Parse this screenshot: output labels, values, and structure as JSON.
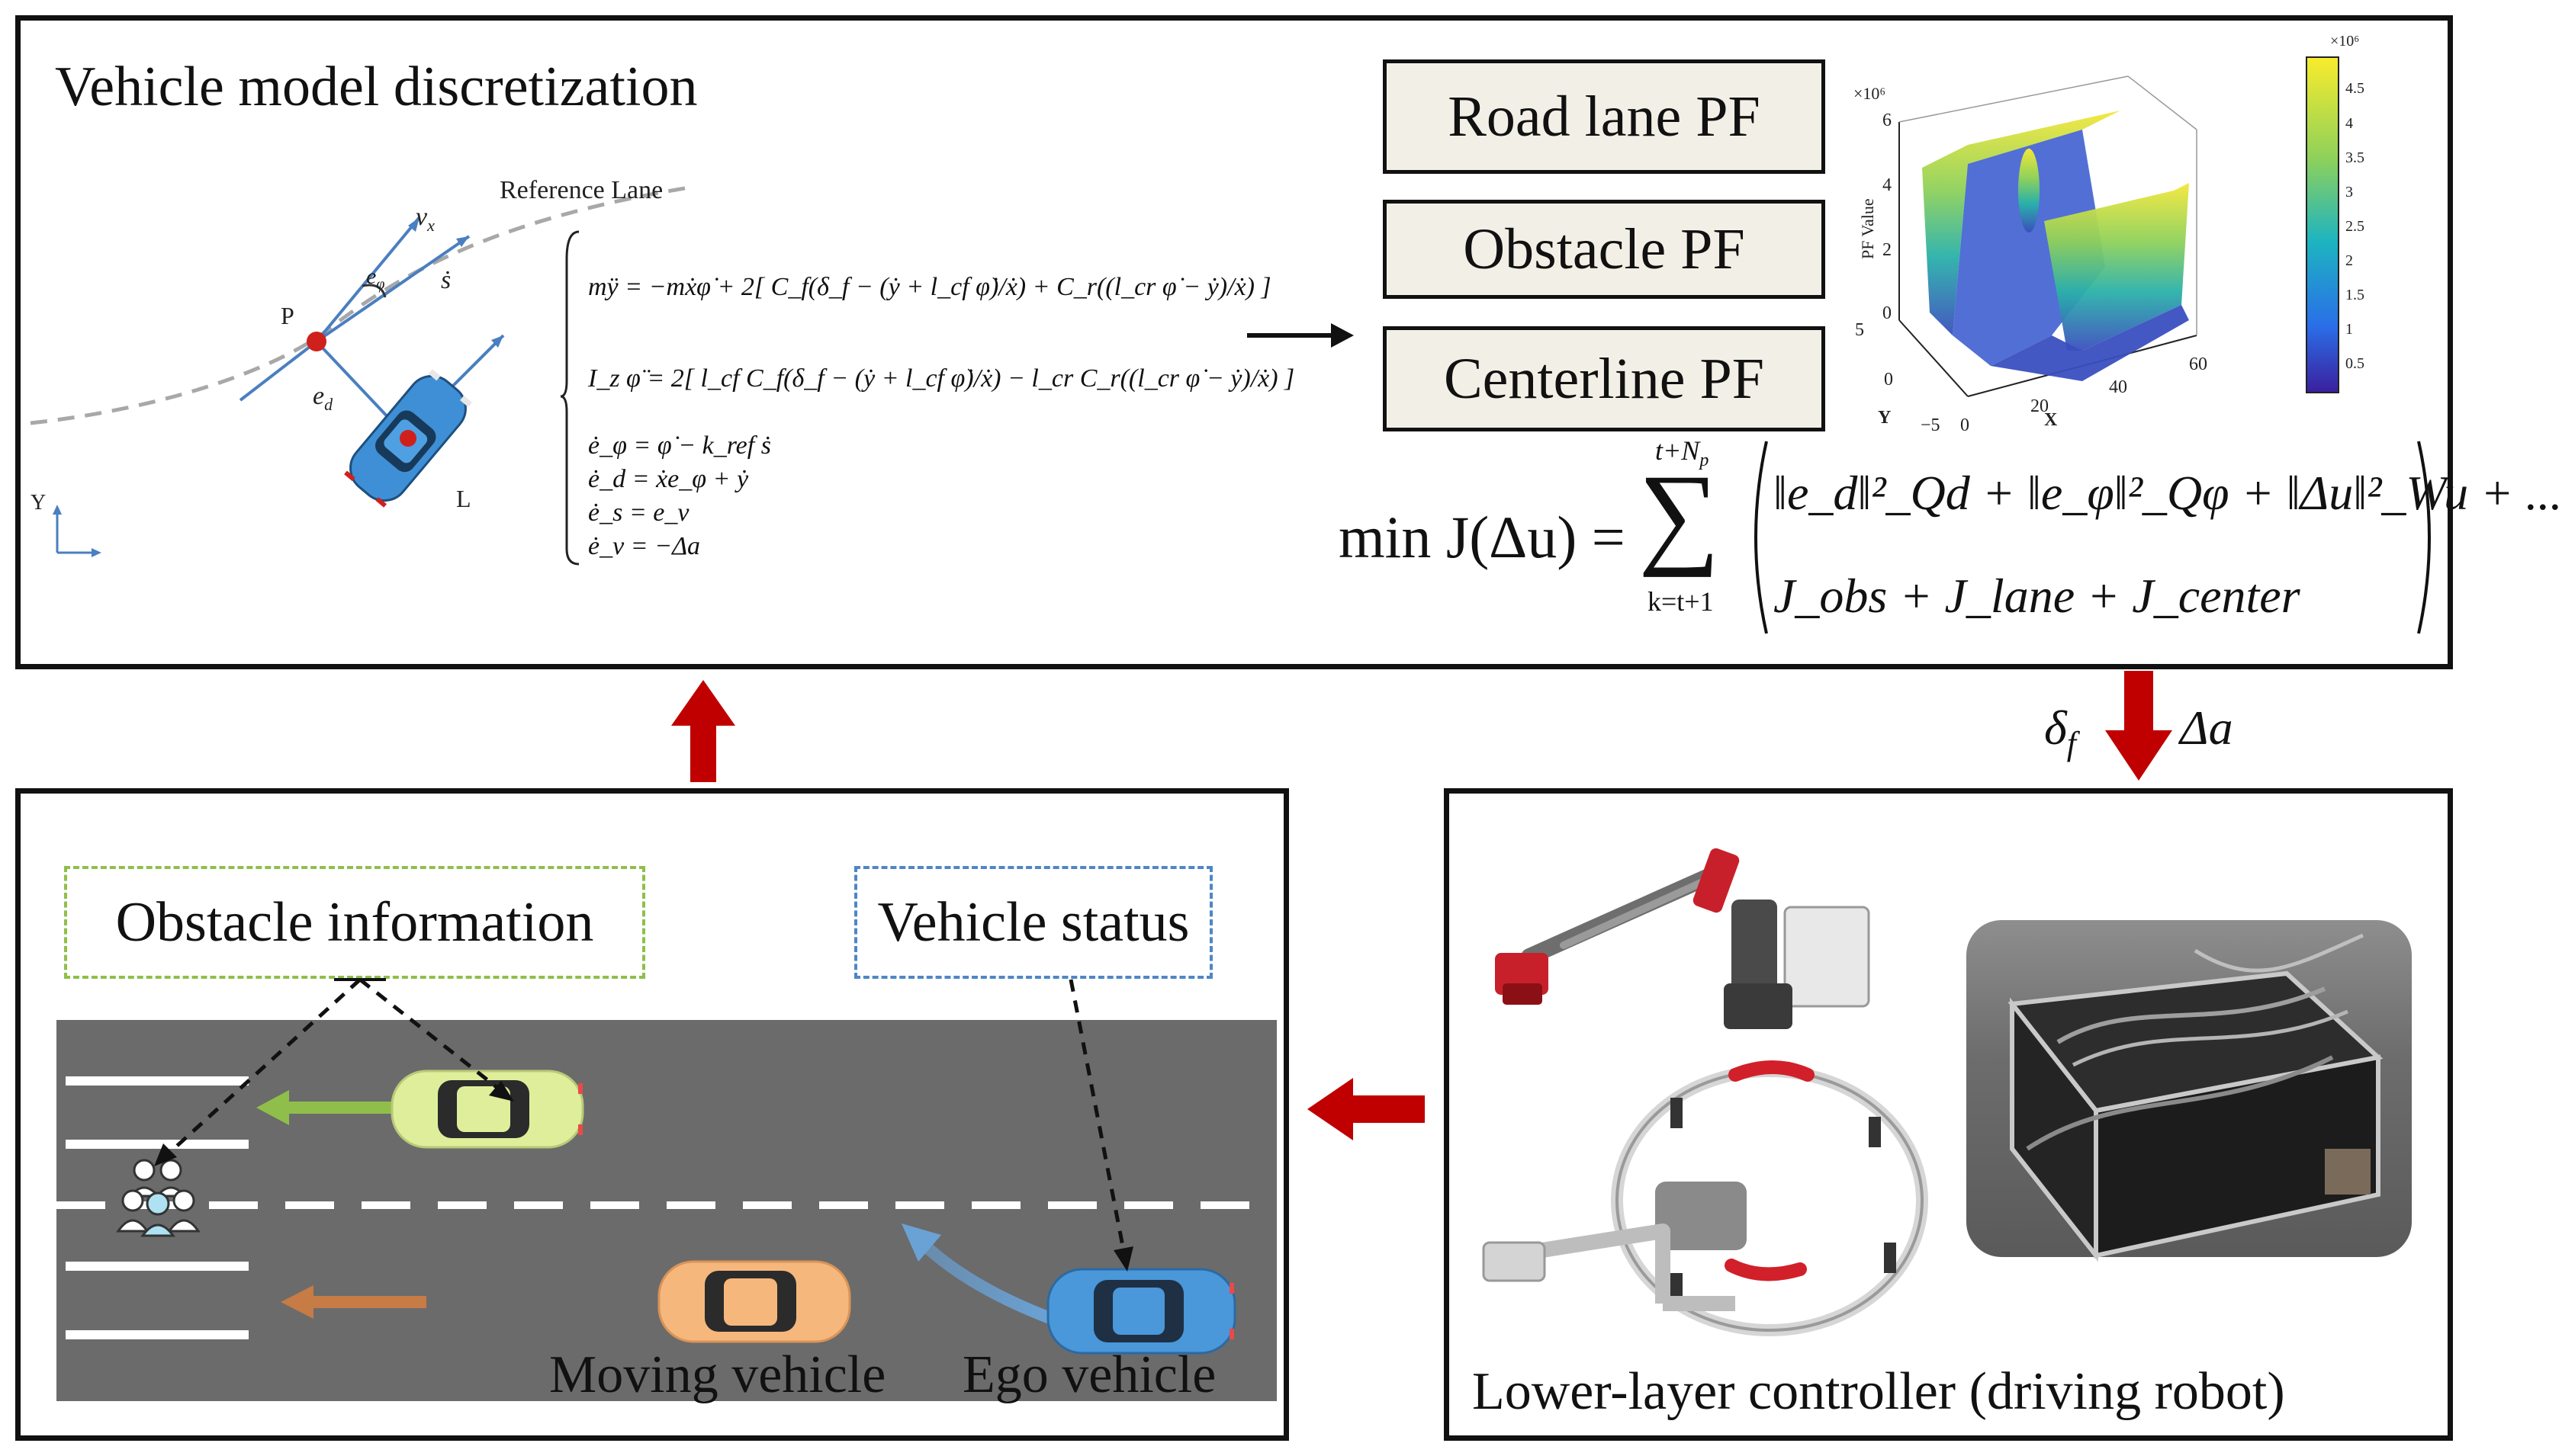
{
  "top_panel": {
    "title": "Vehicle model discretization",
    "reference_lane": "Reference Lane",
    "labels": {
      "vx": "v",
      "vx_sub": "x",
      "e_phi": "e",
      "e_phi_sub": "φ",
      "s_dot": "ṡ",
      "P": "P",
      "ed": "e",
      "ed_sub": "d",
      "L": "L",
      "Y": "Y"
    },
    "equations": [
      "mÿ = −mẋφ̇ + 2[ C_f(δ_f − (ẏ + l_cf φ̇)/ẋ) + C_r((l_cr φ̇ − ẏ)/ẋ) ]",
      "I_z φ̈ = 2[ l_cf C_f(δ_f − (ẏ + l_cf φ̇)/ẋ) − l_cr C_r((l_cr φ̇ − ẏ)/ẋ) ]",
      "ė_φ = φ̇ − k_ref ṡ",
      "ė_d = ẋe_φ + ẏ",
      "ė_s = e_v",
      "ė_v = −Δa"
    ],
    "pf_boxes": [
      "Road lane PF",
      "Obstacle PF",
      "Centerline PF"
    ],
    "surface_plot": {
      "z_label": "PF Value",
      "z_scale": "×10⁶",
      "z_ticks": [
        "0",
        "2",
        "4",
        "6"
      ],
      "y_label": "Y",
      "y_ticks": [
        "5",
        "0",
        "−5"
      ],
      "x_label": "X",
      "x_ticks": [
        "0",
        "20",
        "40",
        "60"
      ],
      "colorbar_scale": "×10⁶",
      "colorbar_ticks": [
        "4.5",
        "4",
        "3.5",
        "3",
        "2.5",
        "2",
        "1.5",
        "1",
        "0.5"
      ]
    },
    "cost_function": {
      "lhs": "min J(Δu) =",
      "sum_top": "t+N",
      "sum_top_sub": "p",
      "sum_bottom": "k=t+1",
      "row1": "‖e_d‖²_Qd + ‖e_φ‖²_Qφ + ‖Δu‖²_Wu + ...",
      "row2": "J_obs + J_lane + J_center"
    }
  },
  "arrow_labels": {
    "delta": "δ",
    "delta_sub": "f",
    "delta_a": "Δa"
  },
  "bottom_left": {
    "obstacle_info": "Obstacle information",
    "vehicle_status": "Vehicle status",
    "moving_vehicle": "Moving vehicle",
    "ego_vehicle": "Ego vehicle"
  },
  "bottom_right": {
    "caption": "Lower-layer controller (driving robot)"
  },
  "colors": {
    "road": "#6b6b6b",
    "arrow_red": "#c00000",
    "green_dash": "#8fbf4a",
    "blue_dash": "#4f86c6",
    "obstacle_car": "#dfee9a",
    "moving_car": "#f6b77c",
    "ego_car": "#4a97d9"
  }
}
